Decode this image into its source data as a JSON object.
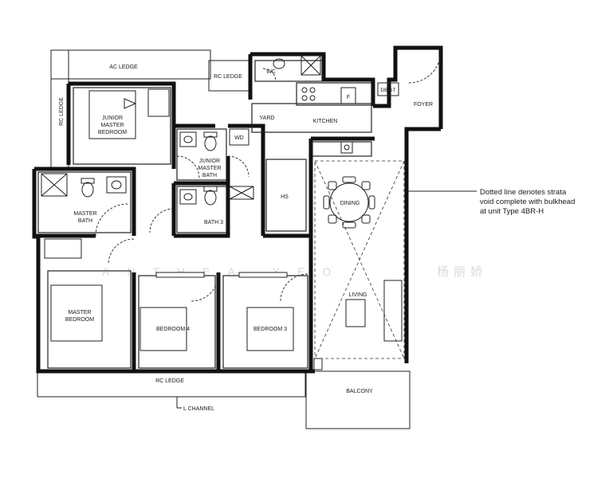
{
  "rooms": {
    "ac_ledge": "AC LEDGE",
    "rc_ledge_top": "RC LEDGE",
    "rc_ledge_left": "RC LEDGE",
    "rc_ledge_bottom": "RC LEDGE",
    "wc": "WC",
    "yard": "YARD",
    "kitchen": "KITCHEN",
    "dbst": "DB/ST",
    "fridge": "F",
    "foyer": "FOYER",
    "junior_master_bedroom": [
      "JUNIOR",
      "MASTER",
      "BEDROOM"
    ],
    "junior_master_bath": [
      "JUNIOR",
      "MASTER",
      "BATH"
    ],
    "wd": "WD",
    "hs": "HS",
    "dining": "DINING",
    "master_bath": [
      "MASTER",
      "BATH"
    ],
    "bath3": "BATH 3",
    "master_bedroom": [
      "MASTER",
      "BEDROOM"
    ],
    "bedroom4": "BEDROOM 4",
    "bedroom3": "BEDROOM 3",
    "living": "LIVING",
    "balcony": "BALCONY",
    "l_channel": "L CHANNEL"
  },
  "note": [
    "Dotted line denotes strata",
    "void complete with bulkhead",
    "at unit Type 4BR-H"
  ],
  "watermark": {
    "latin": "ANTHEA YEO",
    "chinese": "杨丽娇"
  }
}
